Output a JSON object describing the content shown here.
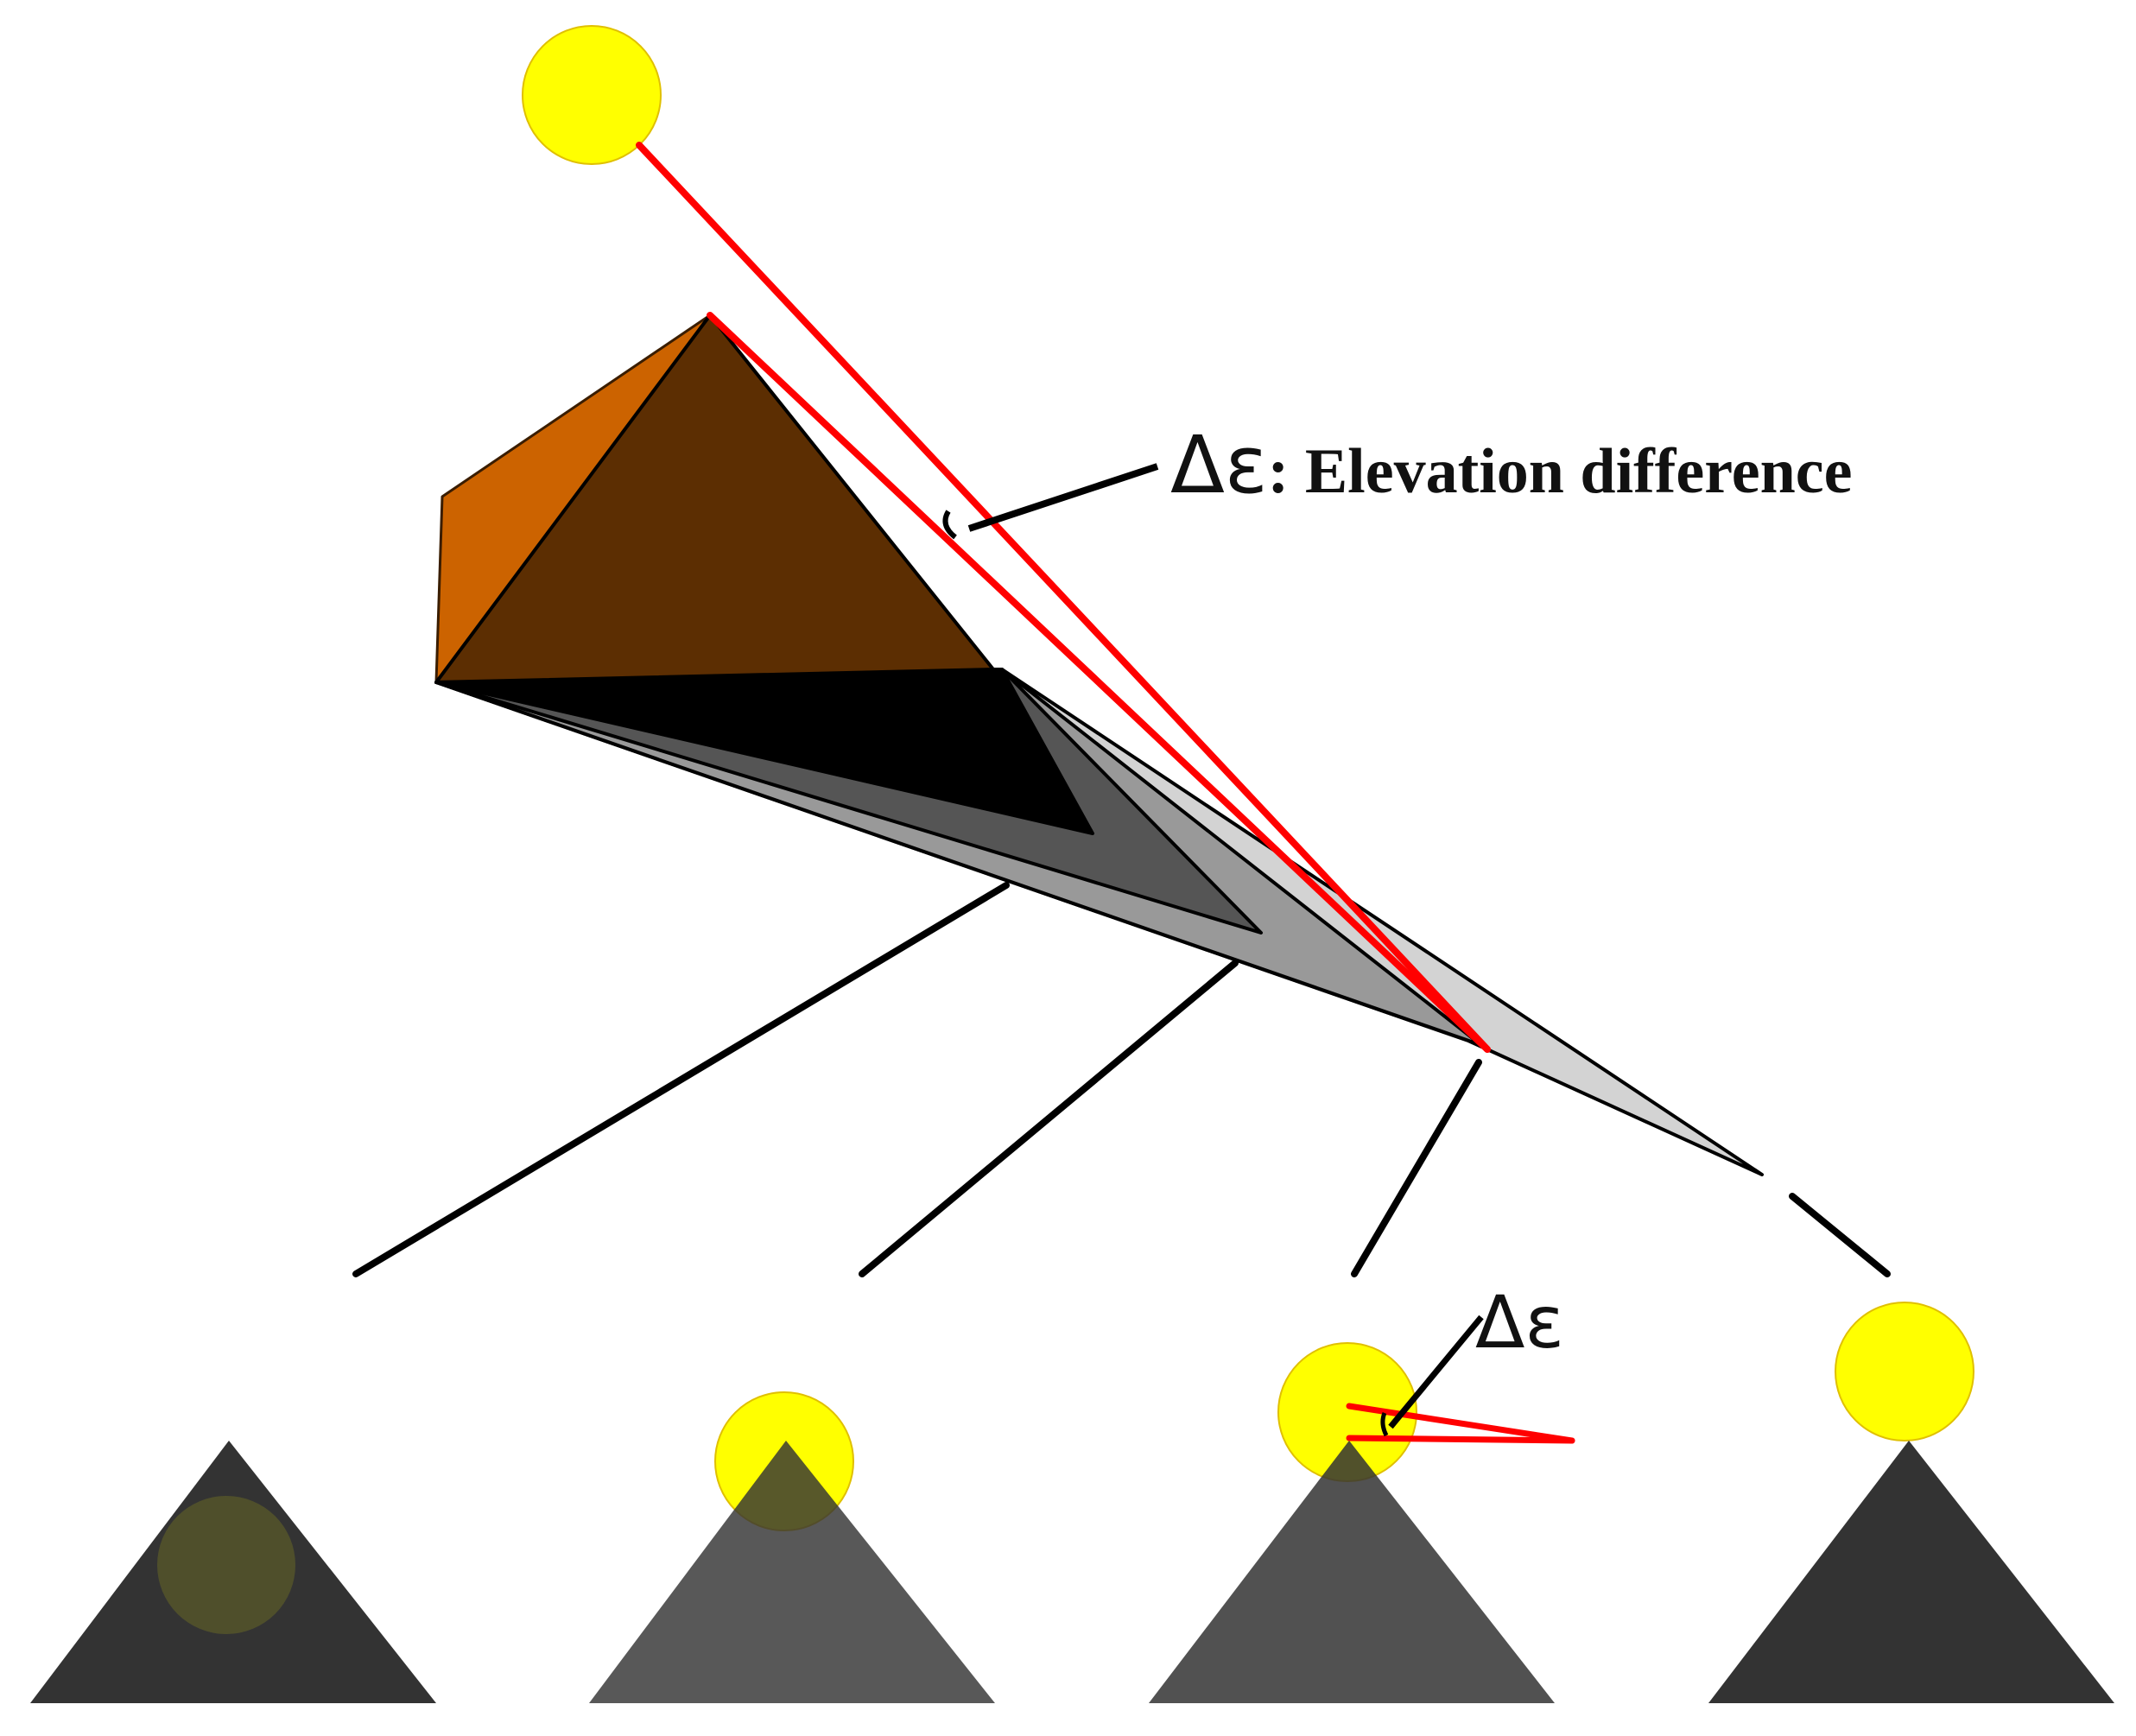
{
  "annotation_main": {
    "symbol": "Δε",
    "text": ": Elevation difference"
  },
  "annotation_small": {
    "symbol": "Δε"
  },
  "colors": {
    "sun": "#ffff00",
    "light_ray": "#ff0000",
    "pyramid_dark_face": "#5c2e02",
    "pyramid_light_face": "#cc6300",
    "shadow_black": "#000000",
    "shadow_dark_gray": "#555555",
    "shadow_mid_gray": "#999999",
    "shadow_light_gray": "#d3d3d3",
    "mountain": "#333333"
  },
  "icons": {
    "sun": "sun-circle-icon",
    "mountain": "mountain-triangle-icon"
  },
  "panels": [
    {
      "name": "sun-behind-peak",
      "sun_position": "below peak"
    },
    {
      "name": "sun-at-peak",
      "sun_position": "at peak"
    },
    {
      "name": "sun-slightly-above-peak",
      "sun_position": "slightly above peak",
      "shows_elevation_angle": true
    },
    {
      "name": "sun-above-peak",
      "sun_position": "above peak"
    }
  ]
}
